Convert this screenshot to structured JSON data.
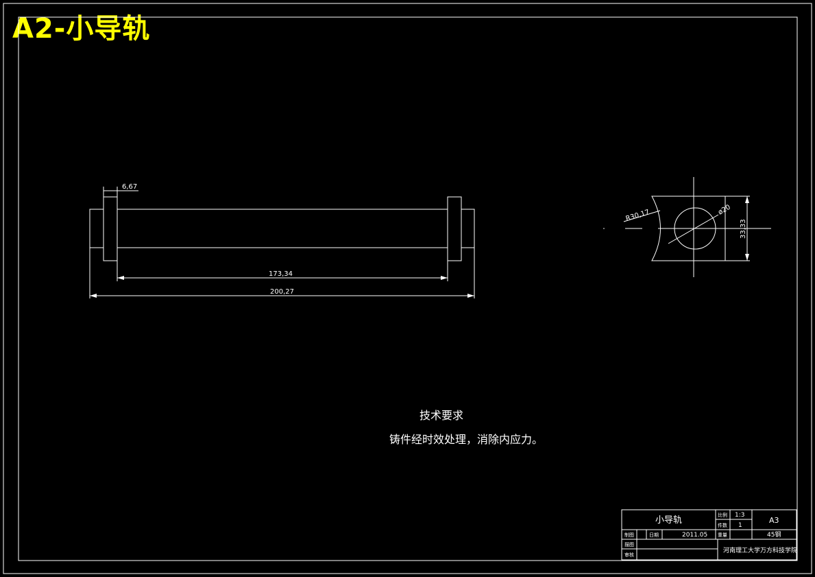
{
  "overlay_title": "A2-小导轨",
  "dims": {
    "flange_width": "6,67",
    "inner_length": "173,34",
    "overall_length": "200,27",
    "radius": "R30,17",
    "diameter": "ø20",
    "height": "33,33"
  },
  "tech": {
    "heading": "技术要求",
    "note": "铸件经时效处理，消除内应力。"
  },
  "title_block": {
    "part_name": "小导轨",
    "scale_label": "比例",
    "scale_value": "1:3",
    "qty_label": "件数",
    "qty_value": "1",
    "sheet_size": "A3",
    "drawn_label": "制图",
    "date_label": "日期",
    "date_value": "2011.05",
    "weight_label": "重量",
    "material": "45钢",
    "design_label": "描图",
    "check_label": "审核",
    "school": "河南理工大学万方科技学院"
  }
}
